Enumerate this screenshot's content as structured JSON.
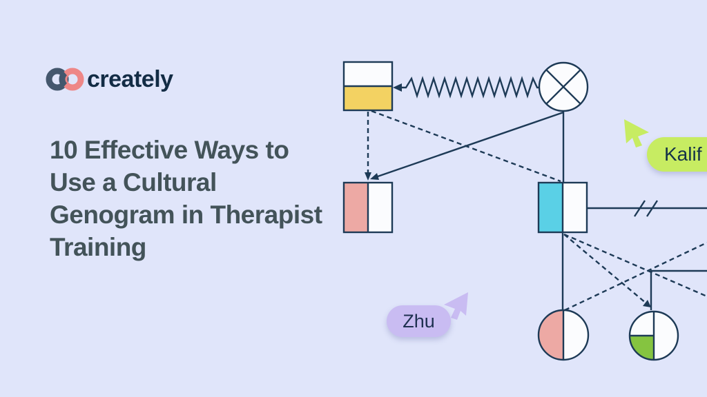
{
  "page": {
    "background": "#e0e5fa"
  },
  "brand": {
    "name": "creately",
    "logo_left_ring_color": "#44576d",
    "logo_right_ring_color": "#ee8787",
    "text_color": "#132c45"
  },
  "title": {
    "lines": [
      "10 Effective Ways to",
      "Use a Cultural",
      "Genogram in Therapist",
      "Training"
    ],
    "color": "#435359"
  },
  "diagram": {
    "type": "genogram",
    "line_color": "#1d3a56",
    "shape_fill": "#fbfcfe",
    "colors": {
      "yellow": "#f3d262",
      "pink": "#eda9a4",
      "cyan": "#5ad0e6",
      "green": "#85c440"
    },
    "shapes": [
      "square-half-yellow-bottom",
      "circle-crossed-out",
      "square-half-pink-left",
      "square-half-cyan-left",
      "circle-half-pink-left",
      "circle-quarter-green-bottom-left"
    ],
    "links": [
      "zigzag-arrow-circle-to-yellow-square",
      "dashed-arrow-yellow-square-to-pink-square",
      "solid-arrow-crossed-circle-to-pink-square",
      "dashed-yellow-square-to-cyan-square",
      "solid-crossed-circle-to-cyan-square",
      "horizontal-line-with-double-slash",
      "solid-cyan-square-to-pink-circle",
      "dashed-cyan-square-to-right-edge",
      "dashed-arrow-cyan-square-to-green-circle",
      "dashed-pink-circle-to-right-edge",
      "elbow-right-edge-to-green-circle"
    ]
  },
  "cursors": {
    "kalif": {
      "label": "Kalif",
      "color": "#c7ec62",
      "text_color": "#143248"
    },
    "zhu": {
      "label": "Zhu",
      "color": "#c9bcf2",
      "text_color": "#1e3050"
    }
  }
}
